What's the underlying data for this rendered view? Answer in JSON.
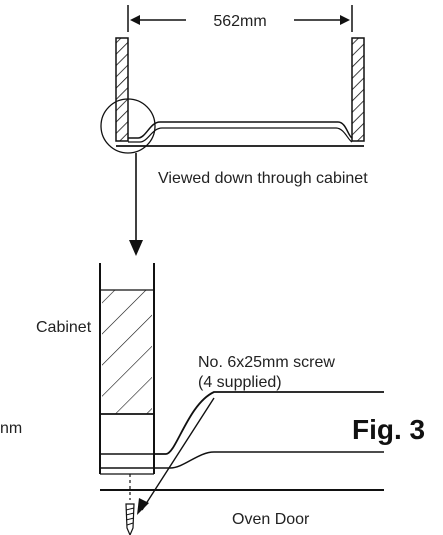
{
  "labels": {
    "width_dimension": "562mm",
    "top_caption": "Viewed down through cabinet",
    "cabinet": "Cabinet",
    "screw_line1": "No. 6x25mm screw",
    "screw_line2": "(4 supplied)",
    "left_clipped_unit": "nm",
    "figure": "Fig. 3",
    "oven_door": "Oven Door"
  },
  "colors": {
    "line": "#111111",
    "text": "#222222"
  }
}
